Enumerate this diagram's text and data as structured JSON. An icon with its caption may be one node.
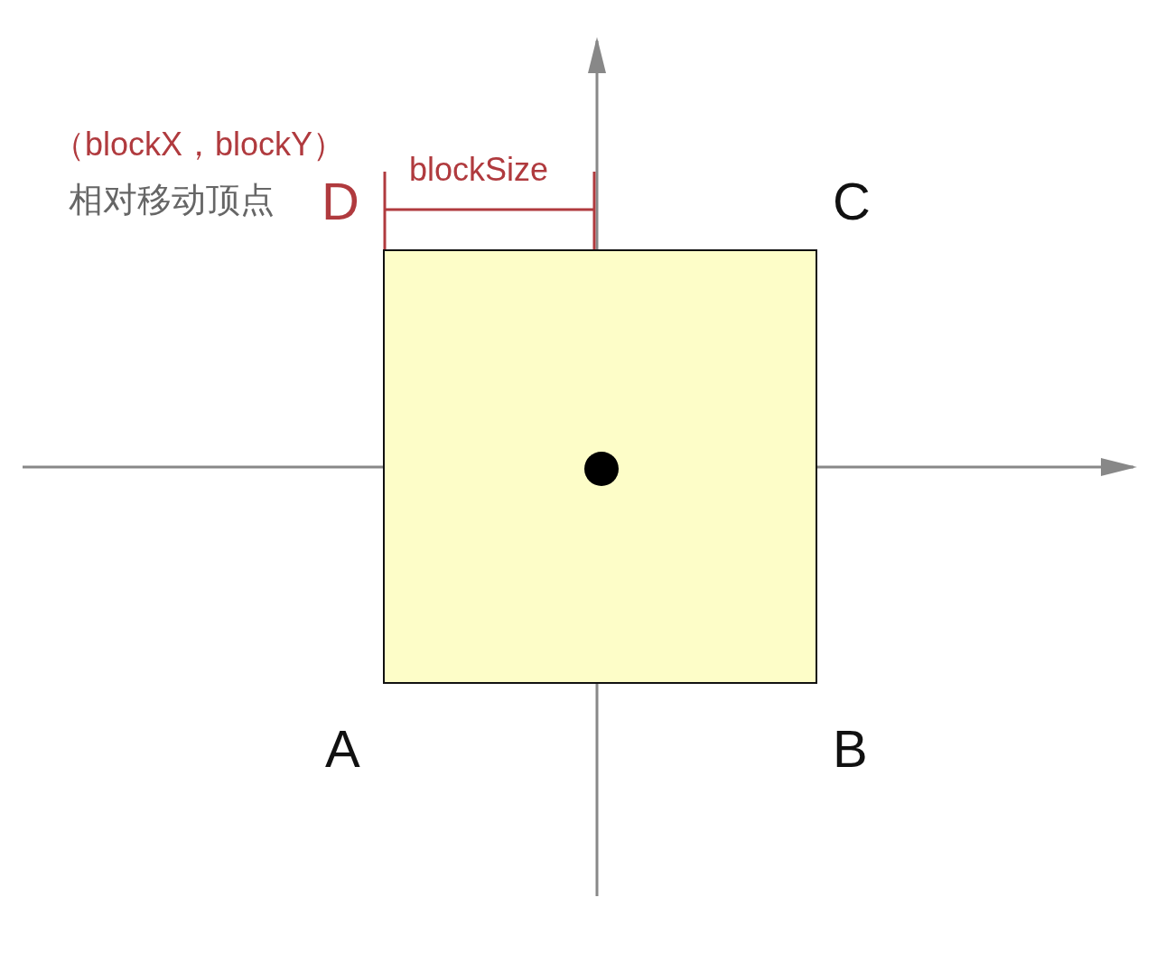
{
  "diagram": {
    "nodes": [
      {
        "text": [],
        "shape": "box"
      },
      {
        "text": [],
        "shape": "circle",
        "in": 0
      }
    ],
    "labels": [
      "（blockX，blockY）",
      "相对移动顶点",
      "D",
      "blockSize",
      "C",
      "A",
      "B"
    ]
  }
}
